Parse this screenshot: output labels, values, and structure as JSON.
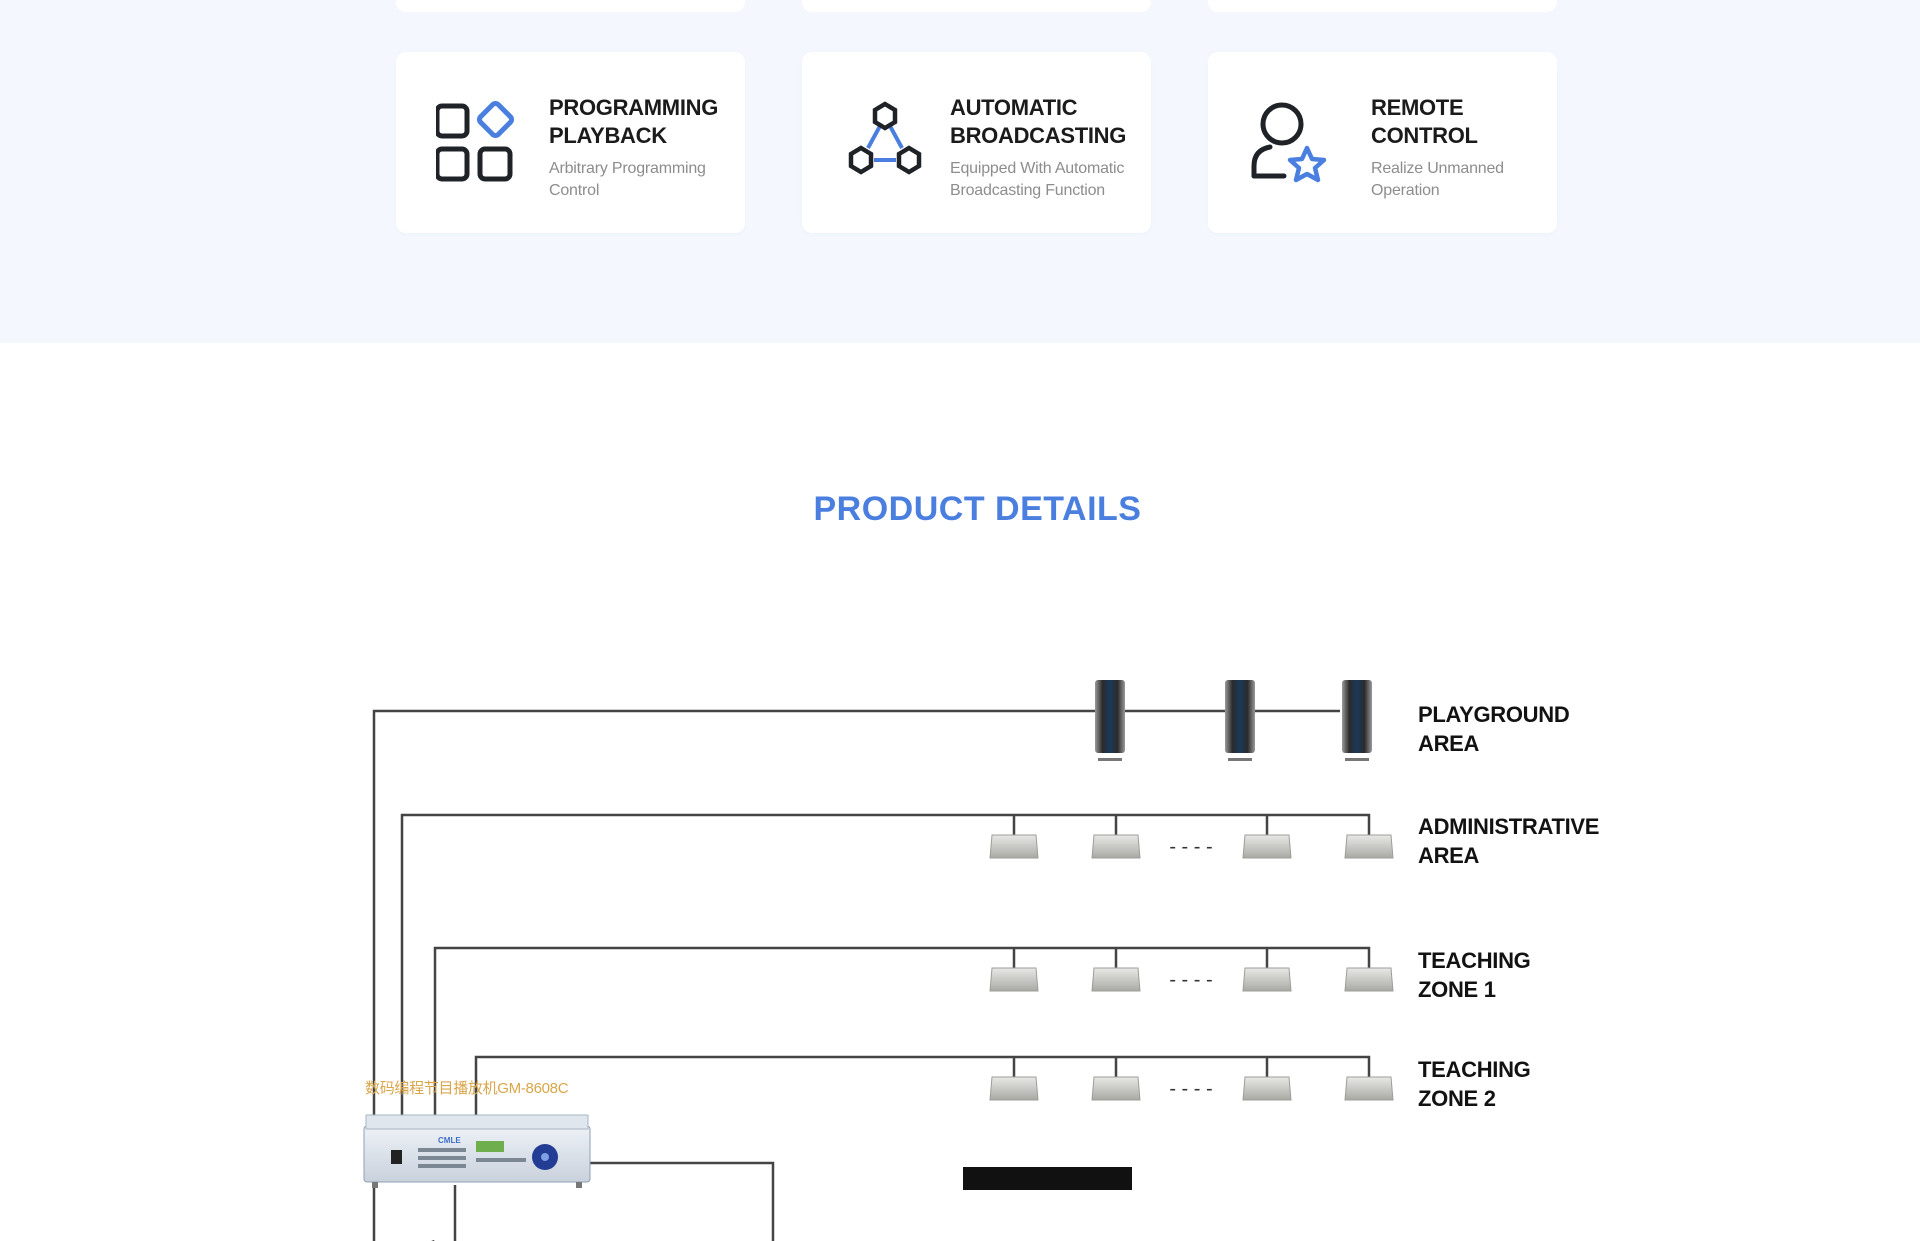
{
  "features": {
    "cards": [
      {
        "title": "PROGRAMMING\nPLAYBACK",
        "description": "Arbitrary Programming\nControl",
        "icon": "programming-grid-icon"
      },
      {
        "title": "AUTOMATIC\nBROADCASTING",
        "description": "Equipped With Automatic\nBroadcasting Function",
        "icon": "automatic-broadcast-network-icon"
      },
      {
        "title": "REMOTE\nCONTROL",
        "description": "Realize Unmanned\nOperation",
        "icon": "user-star-icon"
      }
    ]
  },
  "details": {
    "title": "PRODUCT DETAILS"
  },
  "diagram": {
    "zones": [
      {
        "label": "PLAYGROUND\nAREA",
        "speaker_type": "column-speaker-icon"
      },
      {
        "label": "ADMINISTRATIVE\nAREA",
        "speaker_type": "ceiling-speaker-icon"
      },
      {
        "label": "TEACHING\nZONE 1",
        "speaker_type": "ceiling-speaker-icon"
      },
      {
        "label": "TEACHING\nZONE 2",
        "speaker_type": "ceiling-speaker-icon"
      }
    ],
    "device_label": "数码编程节目播放机GM-8608C",
    "device_brand": "CMLE",
    "gap_marker": "- - - -"
  },
  "colors": {
    "section_background": "#f4f8fe",
    "accent_blue": "#4a7fe0",
    "heading_text": "#1b1b1b",
    "muted_text": "#8d8d8d",
    "line_color": "#444444",
    "device_label_color": "#d9a64a"
  }
}
